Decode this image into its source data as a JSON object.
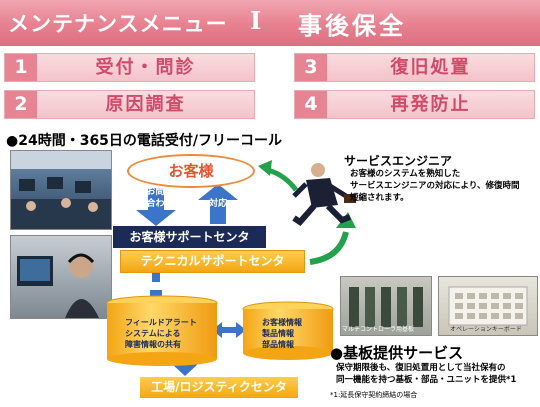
{
  "header": {
    "title": "メンテナンスメニュー",
    "numeral": "I",
    "subtitle": "事後保全"
  },
  "menu": [
    {
      "num": "1",
      "label": "受付・問診"
    },
    {
      "num": "3",
      "label": "復旧処置"
    },
    {
      "num": "2",
      "label": "原因調査"
    },
    {
      "num": "4",
      "label": "再発防止"
    }
  ],
  "section1": {
    "heading": "●24時間・365日の電話受付/フリーコール"
  },
  "diagram": {
    "customer": "お客様",
    "inquiry": "お問い\n合わせ",
    "response": "対応",
    "support_center": "お客様サポートセンタ",
    "technical_center": "テクニカルサポートセンタ",
    "db1": "フィールドアラート\nシステムによる\n障害情報の共有",
    "db2": "お客様情報\n製品情報\n部品情報",
    "factory": "工場/ロジスティクセンタ"
  },
  "engineer": {
    "title": "サービスエンジニア",
    "desc": "お客様のシステムを熟知した\nサービスエンジニアの対応により、修復時間\n短縮されます。"
  },
  "boards": {
    "caption_left": "マルチコントローラ用基板",
    "caption_right": "オペレーションキーボード"
  },
  "section2": {
    "heading": "●基板提供サービス",
    "desc": "保守期限後も、復旧処置用として当社保有の\n同一機能を持つ基板・部品・ユニットを提供*1",
    "note": "*1:延長保守契約締結の場合"
  },
  "colors": {
    "pink_bar": "#e7808f",
    "navy": "#1b2a56",
    "orange": "#f3a514",
    "green_arrow": "#22a24a",
    "blue_arrow": "#3b74c9"
  }
}
